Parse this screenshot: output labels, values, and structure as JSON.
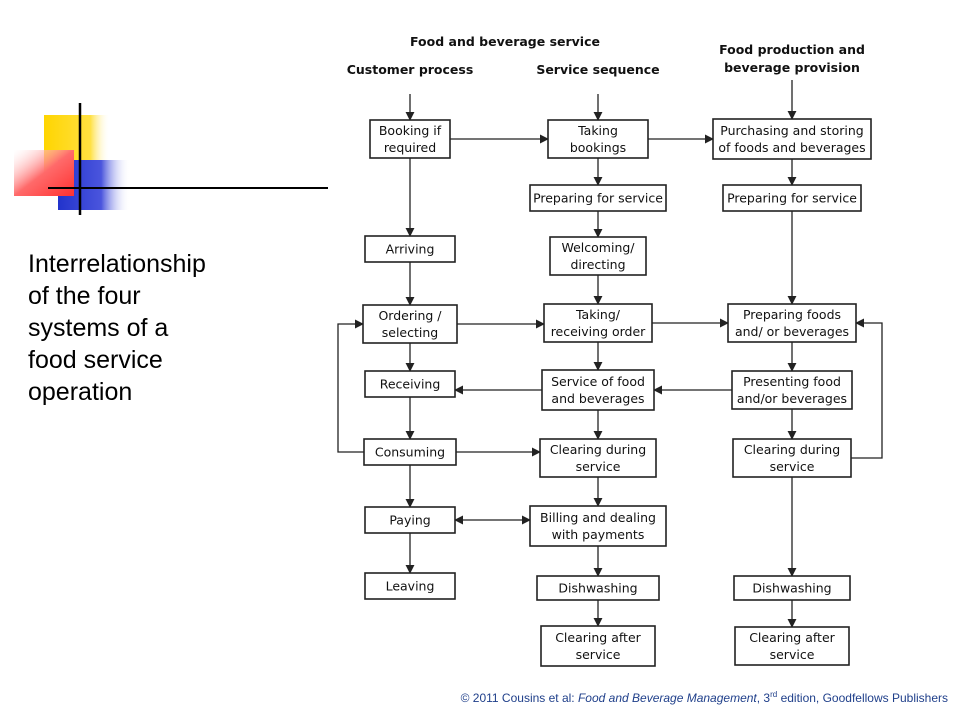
{
  "slide": {
    "title_lines": [
      "Interrelationship",
      "of the four",
      "systems of a",
      "food service",
      "operation"
    ]
  },
  "decoration": {
    "logo_colors": [
      "#ffd500",
      "#ff3b3b",
      "#2233cc"
    ]
  },
  "diagram": {
    "header_top": "Food and beverage service",
    "columns": [
      {
        "key": "customer",
        "lines": [
          "Customer process"
        ]
      },
      {
        "key": "service",
        "lines": [
          "Service sequence"
        ]
      },
      {
        "key": "production",
        "lines": [
          "Food production and",
          "beverage provision"
        ]
      }
    ],
    "nodes": [
      {
        "id": "c1",
        "lines": [
          "Booking if",
          "required"
        ]
      },
      {
        "id": "c2",
        "lines": [
          "Arriving"
        ]
      },
      {
        "id": "c3",
        "lines": [
          "Ordering /",
          "selecting"
        ]
      },
      {
        "id": "c4",
        "lines": [
          "Receiving"
        ]
      },
      {
        "id": "c5",
        "lines": [
          "Consuming"
        ]
      },
      {
        "id": "c6",
        "lines": [
          "Paying"
        ]
      },
      {
        "id": "c7",
        "lines": [
          "Leaving"
        ]
      },
      {
        "id": "s1",
        "lines": [
          "Taking",
          "bookings"
        ]
      },
      {
        "id": "s2",
        "lines": [
          "Preparing for service"
        ]
      },
      {
        "id": "s3",
        "lines": [
          "Welcoming/",
          "directing"
        ]
      },
      {
        "id": "s4",
        "lines": [
          "Taking/",
          "receiving order"
        ]
      },
      {
        "id": "s5",
        "lines": [
          "Service of food",
          "and beverages"
        ]
      },
      {
        "id": "s6",
        "lines": [
          "Clearing during",
          "service"
        ]
      },
      {
        "id": "s7",
        "lines": [
          "Billing and dealing",
          "with payments"
        ]
      },
      {
        "id": "s8",
        "lines": [
          "Dishwashing"
        ]
      },
      {
        "id": "s9",
        "lines": [
          "Clearing after",
          "service"
        ]
      },
      {
        "id": "p1",
        "lines": [
          "Purchasing and storing",
          "of foods and beverages"
        ]
      },
      {
        "id": "p2",
        "lines": [
          "Preparing for service"
        ]
      },
      {
        "id": "p3",
        "lines": [
          "Preparing foods",
          "and/ or beverages"
        ]
      },
      {
        "id": "p4",
        "lines": [
          "Presenting food",
          "and/or beverages"
        ]
      },
      {
        "id": "p5",
        "lines": [
          "Clearing during",
          "service"
        ]
      },
      {
        "id": "p6",
        "lines": [
          "Dishwashing"
        ]
      },
      {
        "id": "p7",
        "lines": [
          "Clearing after",
          "service"
        ]
      }
    ],
    "edges": [
      {
        "from": "c1",
        "to": "c2"
      },
      {
        "from": "c2",
        "to": "c3"
      },
      {
        "from": "c3",
        "to": "c4"
      },
      {
        "from": "c4",
        "to": "c5"
      },
      {
        "from": "c5",
        "to": "c6"
      },
      {
        "from": "c6",
        "to": "c7"
      },
      {
        "from": "s1",
        "to": "s2"
      },
      {
        "from": "s2",
        "to": "s3"
      },
      {
        "from": "s3",
        "to": "s4"
      },
      {
        "from": "s4",
        "to": "s5"
      },
      {
        "from": "s5",
        "to": "s6"
      },
      {
        "from": "s6",
        "to": "s7"
      },
      {
        "from": "s7",
        "to": "s8"
      },
      {
        "from": "s8",
        "to": "s9"
      },
      {
        "from": "p1",
        "to": "p2"
      },
      {
        "from": "p2",
        "to": "p3"
      },
      {
        "from": "p3",
        "to": "p4"
      },
      {
        "from": "p4",
        "to": "p5"
      },
      {
        "from": "p5",
        "to": "p6"
      },
      {
        "from": "p6",
        "to": "p7"
      },
      {
        "from": "c1",
        "to": "s1"
      },
      {
        "from": "s1",
        "to": "p1"
      },
      {
        "from": "c3",
        "to": "s4"
      },
      {
        "from": "s4",
        "to": "p3"
      },
      {
        "from": "s5",
        "to": "c4"
      },
      {
        "from": "p4",
        "to": "s5"
      },
      {
        "from": "c5",
        "to": "s6"
      },
      {
        "from": "c6",
        "to": "s7",
        "bidirectional": true
      },
      {
        "from": "c5",
        "to": "c3",
        "loop": "left"
      },
      {
        "from": "p5",
        "to": "p3",
        "loop": "right"
      },
      {
        "from": "customer",
        "to": "c1",
        "entry": true
      },
      {
        "from": "service",
        "to": "s1",
        "entry": true
      },
      {
        "from": "production",
        "to": "p1",
        "entry": true
      }
    ]
  },
  "credit": {
    "prefix": "© 2011 Cousins et al: ",
    "book": "Food and Beverage Management",
    "mid1": ", 3",
    "sup": "rd",
    "suffix": " edition, Goodfellows Publishers"
  }
}
